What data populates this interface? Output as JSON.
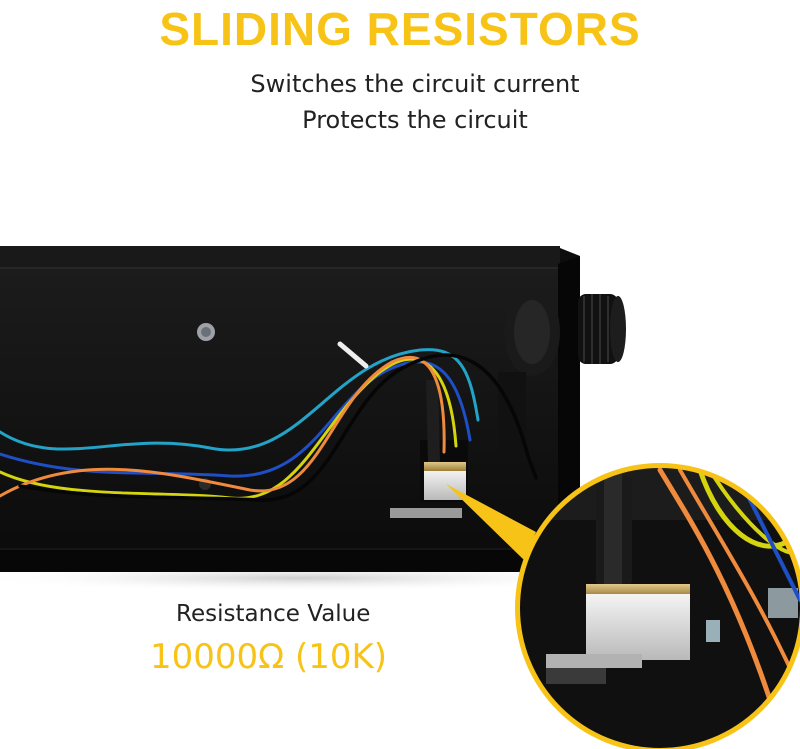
{
  "header": {
    "title": "SLIDING RESISTORS",
    "features": [
      "Switches the circuit current",
      "Protects the circuit"
    ]
  },
  "spec": {
    "label": "Resistance Value",
    "value": "10000Ω (10K)"
  },
  "colors": {
    "accent": "#f7c316",
    "text": "#222222",
    "box": "#121212",
    "wire_blue": "#1f4fc4",
    "wire_cyan": "#23a3c8",
    "wire_yellow": "#d4d40f",
    "wire_orange": "#f08a3c",
    "wire_black": "#060606"
  }
}
